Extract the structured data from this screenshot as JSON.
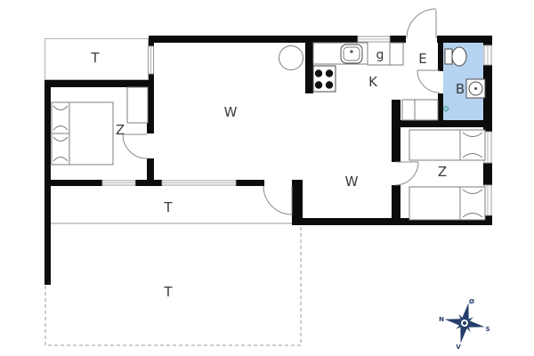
{
  "plan": {
    "rooms": {
      "terrace_top_left": "T",
      "bedroom_left": "Z",
      "living_room": "W",
      "living_room_lower": "W",
      "kitchen": "K",
      "guest_toilet": "g",
      "entry": "E",
      "bathroom": "B",
      "bedroom_right": "Z",
      "terrace_upper": "T",
      "terrace_lower": "T"
    },
    "compass": {
      "north": "N",
      "east": "Ø",
      "south": "S",
      "west": "V"
    },
    "colors": {
      "wall": "#0c0c0c",
      "bathroom_fill": "#b5d2f0",
      "compass": "#233e6b",
      "label": "#3b3b3b",
      "shower_symbol": "#3aa08a"
    }
  }
}
